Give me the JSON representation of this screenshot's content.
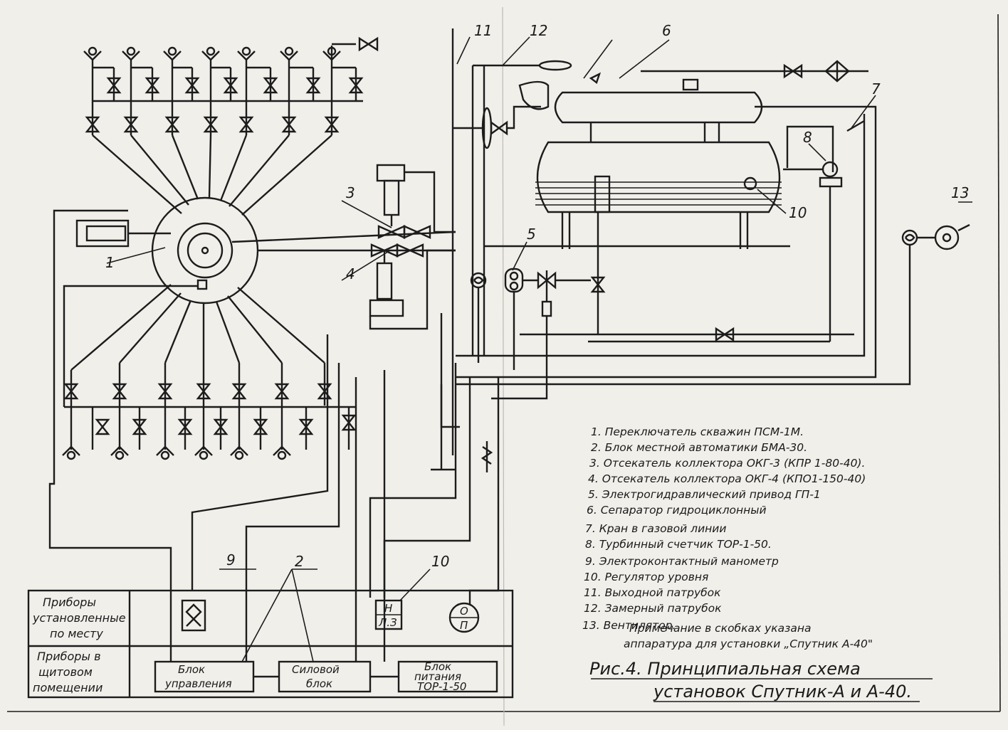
{
  "callouts": {
    "c1": "1",
    "c2": "2",
    "c3": "3",
    "c4": "4",
    "c5": "5",
    "c6": "6",
    "c7": "7",
    "c8": "8",
    "c9": "9",
    "c10": "10",
    "c10b": "10",
    "c11": "11",
    "c12": "12",
    "c13": "13"
  },
  "legend": [
    "1. Переключатель скважин ПСМ-1М.",
    "2. Блок местной автоматики БМА-30.",
    "3. Отсекатель коллектора ОКГ-3 (КПР 1-80-40).",
    "4. Отсекатель коллектора ОКГ-4 (КПО1-150-40)",
    "5. Электрогидравлический привод ГП-1",
    "6. Сепаратор гидроциклонный",
    "7. Кран в газовой линии",
    "8. Турбинный счетчик ТОР-1-50.",
    "9. Электроконтактный манометр",
    "10. Регулятор уровня",
    "11. Выходной патрубок",
    "12. Замерный патрубок",
    "13. Вентилятор."
  ],
  "note": {
    "line1": "Примечание в скобках указана",
    "line2": "аппаратура для установки „Спутник А-40\""
  },
  "caption": {
    "line1": "Рис.4. Принципиальная схема",
    "line2": "установок Спутник-А и А-40."
  },
  "rows": {
    "field": [
      "Приборы",
      "установленные",
      "по месту"
    ],
    "panel": [
      "Приборы в",
      "щитовом",
      "помещении"
    ]
  },
  "boxes": {
    "control": [
      "Блок",
      "управления"
    ],
    "power": [
      "Силовой",
      "блок"
    ],
    "supply": [
      "Блок",
      "питания",
      "ТОР-1-50"
    ]
  },
  "devices": {
    "level_top": "Н",
    "level_bottom": "Л.З",
    "counter_top": "О",
    "counter_bottom": "П"
  },
  "colors": {
    "ink": "#1c1c1c",
    "paper": "#f1efea"
  }
}
